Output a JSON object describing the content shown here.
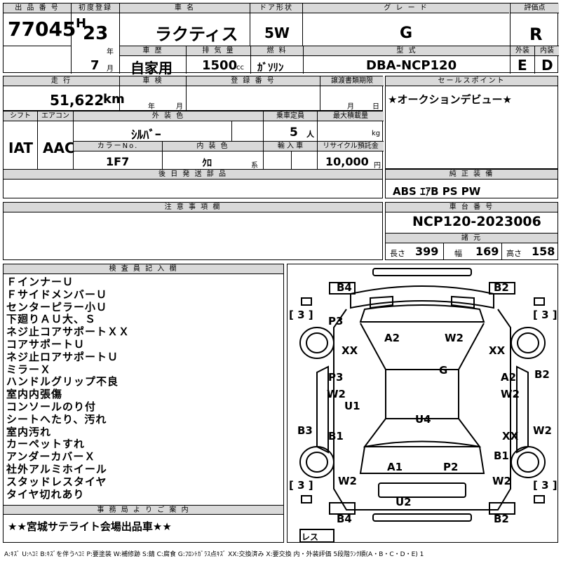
{
  "header": {
    "lot_label": "出 品 番 号",
    "lot_number": "77045",
    "first_reg_label": "初度登録",
    "era": "H",
    "year": "23",
    "year_unit": "年",
    "month": "7",
    "month_unit": "月",
    "car_name_label": "車 名",
    "car_name": "ラクティス",
    "door_label": "ドア形状",
    "door": "5W",
    "grade_label": "グ レ ー ド",
    "grade": "G",
    "score_label": "評価点",
    "score": "R",
    "history_label": "車 歴",
    "history": "自家用",
    "displacement_label": "排 気 量",
    "displacement": "1500",
    "displacement_unit": "cc",
    "fuel_label": "燃 料",
    "fuel": "ｶﾞｿﾘﾝ",
    "model_label": "型 式",
    "model": "DBA-NCP120",
    "exterior_label": "外装",
    "exterior": "E",
    "interior_label": "内装",
    "interior": "D"
  },
  "row2": {
    "mileage_label": "走 行",
    "mileage": "51,622",
    "mileage_unit": "km",
    "inspection_label": "車 検",
    "inspection_year_unit": "年",
    "inspection_month_unit": "月",
    "plate_label": "登 録 番 号",
    "transfer_label": "譲渡書類期限",
    "transfer_month_unit": "月",
    "transfer_day_unit": "日",
    "sales_label": "セールスポイント",
    "sales_text": "★オークションデビュー★"
  },
  "row3": {
    "shift_label": "シフト",
    "shift": "IAT",
    "ac_label": "エアコン",
    "ac": "AAC",
    "color_label": "外 装 色",
    "color": "ｼﾙﾊﾞｰ",
    "capacity_label": "乗車定員",
    "capacity": "5",
    "capacity_unit": "人",
    "load_label": "最大積載量",
    "load_unit": "kg",
    "color_no_label": "カラーNo.",
    "color_no": "1F7",
    "interior_color_label": "内 装 色",
    "interior_color": "ｸﾛ",
    "interior_color_unit": "系",
    "import_label": "輸 入 車",
    "recycle_label": "リサイクル預託金",
    "recycle": "10,000",
    "recycle_unit": "円"
  },
  "row4": {
    "later_label": "後 日 発 送 部 品",
    "equipment_label": "純 正 装 備",
    "equipment": "ABS ｴｱB PS PW"
  },
  "caution": {
    "label": "注 意 事 項 欄"
  },
  "chassis": {
    "label": "車 台 番 号",
    "number": "NCP120-2023006",
    "specs_label": "諸 元",
    "length_label": "長さ",
    "length": "399",
    "width_label": "幅",
    "width": "169",
    "height_label": "高さ",
    "height": "158"
  },
  "inspector": {
    "label": "検 査 員 記 入 欄",
    "notes": [
      "ＦインナーＵ",
      "ＦサイドメンバーＵ",
      "センターピラー小Ｕ",
      "下廻りＡＵ大、Ｓ",
      "ネジ止コアサポートＸＸ",
      "コアサポートＵ",
      "ネジ止ロアサポートＵ",
      "ミラーＸ",
      "ハンドルグリップ不良",
      "室内内張傷",
      "コンソールのり付",
      "シートへたり、汚れ",
      "室内汚れ",
      "カーペットすれ",
      "アンダーカバーＸ",
      "社外アルミホイール",
      "スタッドレスタイヤ",
      "タイヤ切れあり"
    ],
    "office_label": "事 務 局 よ り ご 案 内",
    "office_text": "★★宮城サテライト会場出品車★★"
  },
  "diagram": {
    "marks": [
      "B4",
      "B2",
      "P3",
      "XX",
      "A2",
      "W2",
      "XX",
      "G",
      "P3",
      "W2",
      "U1",
      "A2",
      "W2",
      "B2",
      "B3",
      "B1",
      "U4",
      "XX",
      "W2",
      "B1",
      "A1",
      "P2",
      "W2",
      "W2",
      "U2",
      "B4",
      "B2"
    ],
    "tread": [
      "3",
      "3",
      "3",
      "3"
    ],
    "bracket_open": "[",
    "bracket_close": "]",
    "spare": "レス"
  },
  "legend": "A:ｷｽﾞ U:ﾍｺﾐ B:ｷｽﾞを伴うﾍｺﾐ P:要塗装 W:補修跡 S:錆 C:腐食 G:ﾌﾛﾝﾄｶﾞﾗｽ点ｷｽﾞ XX:交換済み X:要交換 内・外装評価 5段階ﾗﾝｸ順(A・B・C・D・E) 1"
}
